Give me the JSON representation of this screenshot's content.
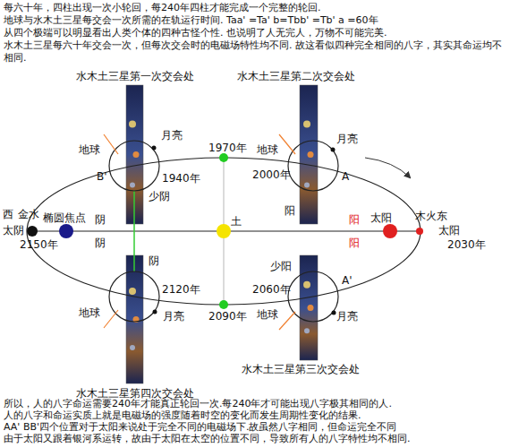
{
  "diagram": {
    "labels": [
      "每六十年，四柱出现一次小轮回，每240年四柱才能完成一个完整的轮回.",
      "地球与水木土三星每交会一次所需的在轨运行时间. Taa' =Ta' b=Tbb' =Tb' a =60年",
      "从四个极端可以明显看出人类个体的四种古怪个性. 也说明了人无完人，万物不可能完美.",
      "水木土三星每六十年交会一次，但每次交会时的电磁场特性均不同. 故这看似四种完全相同的八字，其实其命运均不相同.",
      "水木土三星第一次交会处",
      "水木土三星第二次交会处",
      "地球",
      "月亮",
      "1970年",
      "地球",
      "月亮",
      "B'",
      "1940年",
      "2000年",
      "A",
      "少阴",
      "阳",
      "西",
      "金水",
      "椭圆焦点",
      "阴",
      "土",
      "阳",
      "太阳",
      "木火东",
      "太阴",
      "太阳",
      "2150年",
      "阴",
      "阳",
      "2030年",
      "阴",
      "少阳",
      "A'",
      "2120年",
      "2060年",
      "地球",
      "月亮",
      "2090年",
      "地球",
      "月亮",
      "水木土三星第三次交会处",
      "水木土三星第四次交会处",
      "所以，人的八字命运需要240年才能真正轮回一次.每240年才可能出现八字极其相同的人.",
      "人的八字和命运实质上就是电磁场的强度随着时空的变化而发生周期性变化的结果.",
      "AA' BB'四个位置对于太阳来说处于完全不同的电磁场下.故虽然八字相同，但命运完全不同",
      "由于太阳又跟着银河系运转，故由于太阳在太空的位置不同，导致所有人的八字特性均不相同."
    ]
  }
}
